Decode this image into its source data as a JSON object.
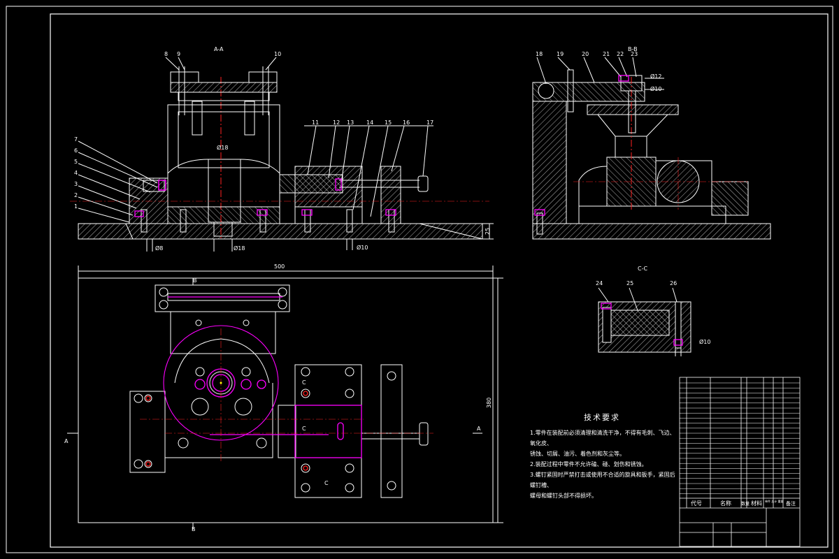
{
  "sections": {
    "aa": "A-A",
    "bb": "B-B",
    "cc": "C-C"
  },
  "balloons_aa_left": [
    "7",
    "6",
    "5",
    "4",
    "3",
    "2",
    "1"
  ],
  "balloons_aa_top": [
    "8",
    "9",
    "10"
  ],
  "balloons_aa_right": [
    "11",
    "12",
    "13",
    "14",
    "15",
    "16",
    "17"
  ],
  "balloons_bb": [
    "18",
    "19",
    "20",
    "21",
    "22",
    "23"
  ],
  "balloons_cc": [
    "24",
    "25",
    "26"
  ],
  "dims": {
    "d_center": "Ø18",
    "d_left": "Ø8",
    "d_bottom": "Ø18",
    "d_right_bottom": "Ø10",
    "h_base": "25",
    "w_plan": "500",
    "h_plan": "380",
    "bb_top1": "Ø12",
    "bb_top2": "Ø10",
    "cc_dim": "Ø10"
  },
  "plan_markers": {
    "b_top": "B",
    "b_bot": "B",
    "a_left": "A",
    "a_right": "A",
    "c_top": "C",
    "c_mid": "C",
    "c_bot": "C"
  },
  "tech_requirements": {
    "title": "技术要求",
    "lines": [
      "1.零件在装配前必须清理和清洗干净，不得有毛刺、飞边、氧化皮、",
      "锈蚀、切屑、油污、着色剂和灰尘等。",
      "2.装配过程中零件不允许磕、碰、划伤和锈蚀。",
      "3.螺钉紧固时严禁打击或使用不合适的旋具和扳手，紧固后螺钉槽、",
      "螺母和螺钉头部不得损坏。"
    ]
  },
  "title_block": {
    "col_code": "代号",
    "col_name": "名称",
    "col_qty": "数量",
    "col_material": "材料",
    "col_weight": "单件 总计 重量",
    "col_note": "备注"
  },
  "colors": {
    "line": "#ffffff",
    "magenta": "#ff00ff",
    "red": "#ff2020",
    "yellow": "#ffff00",
    "background": "#000000"
  }
}
